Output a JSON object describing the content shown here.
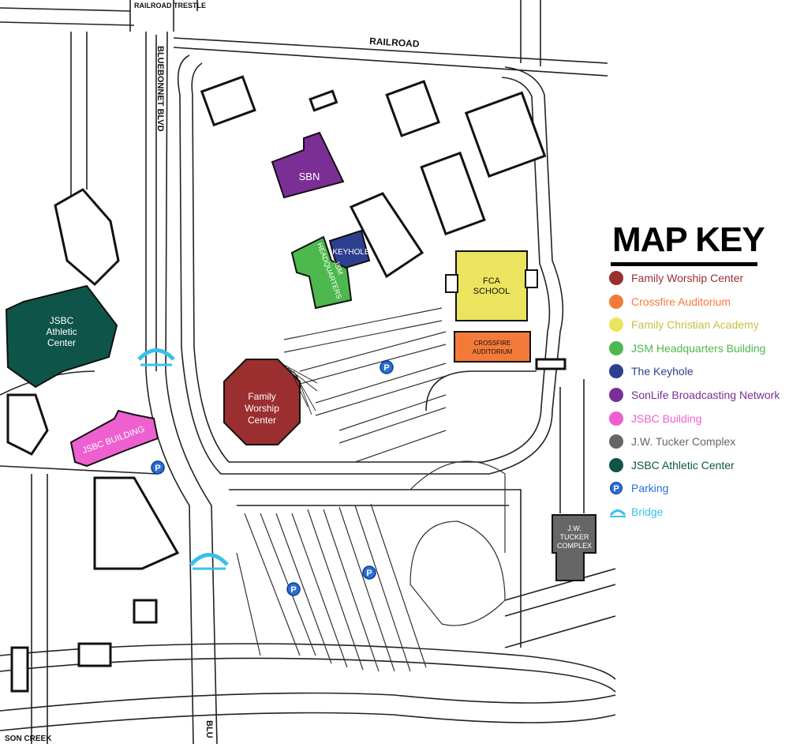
{
  "streets": {
    "railroad": "RAILROAD",
    "railroad_trestle": "RAILROAD TRESTLE",
    "bluebonnet": "BLUEBONNET BLVD",
    "bluebonnet_south": "BLU",
    "creek": "SON CREEK"
  },
  "buildings": {
    "sbn": "SBN",
    "keyhole": "KEYHOLE",
    "jsm_hq": [
      "JSM",
      "HEADQUARTERS"
    ],
    "fca": [
      "FCA",
      "SCHOOL"
    ],
    "crossfire": [
      "CROSSFIRE",
      "AUDITORIUM"
    ],
    "fwc": [
      "Family",
      "Worship",
      "Center"
    ],
    "athletic": [
      "JSBC",
      "Athletic",
      "Center"
    ],
    "jsbc": "JSBC BUILDING",
    "tucker": [
      "J.W.",
      "TUCKER",
      "COMPLEX"
    ]
  },
  "parking_symbol": "P",
  "legend": {
    "title": "MAP KEY",
    "items": [
      {
        "label": "Family Worship Center",
        "color": "#9b2f2f",
        "icon": "dot-icon"
      },
      {
        "label": "Crossfire Auditorium",
        "color": "#f47a3a",
        "icon": "dot-icon"
      },
      {
        "label": "Family Christian Academy",
        "color": "#ece45e",
        "icon": "dot-icon"
      },
      {
        "label": "JSM Headquarters Building",
        "color": "#4db84d",
        "icon": "dot-icon"
      },
      {
        "label": "The Keyhole",
        "color": "#2f3f8f",
        "icon": "dot-icon"
      },
      {
        "label": "SonLife Broadcasting Network",
        "color": "#7b2f95",
        "icon": "dot-icon"
      },
      {
        "label": "JSBC Building",
        "color": "#ee5fd0",
        "icon": "dot-icon"
      },
      {
        "label": "J.W. Tucker Complex",
        "color": "#666666",
        "icon": "dot-icon"
      },
      {
        "label": "JSBC Athletic Center",
        "color": "#0f5448",
        "icon": "dot-icon"
      },
      {
        "label": "Parking",
        "color": "#2a6fd6",
        "icon": "parking-icon"
      },
      {
        "label": "Bridge",
        "color": "#38c1e8",
        "icon": "bridge-icon"
      }
    ]
  },
  "colors": {
    "fwc": "#9b2f2f",
    "crossfire": "#f47a3a",
    "fca": "#ece45e",
    "jsm": "#4db84d",
    "keyhole": "#2f3f8f",
    "sbn": "#7b2f95",
    "jsbc": "#ee5fd0",
    "tucker": "#666666",
    "athletic": "#0f5448",
    "parking": "#2a6fd6",
    "bridge": "#38c1e8"
  }
}
